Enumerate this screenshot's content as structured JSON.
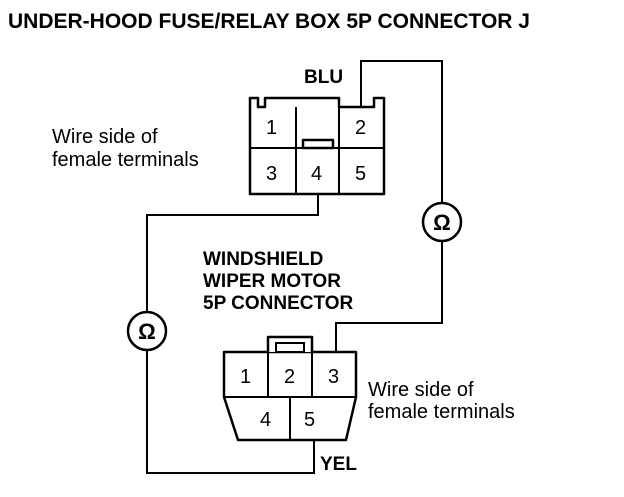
{
  "title": "UNDER-HOOD FUSE/RELAY BOX 5P CONNECTOR J",
  "connector_j": {
    "color_label": "BLU",
    "side_note_line1": "Wire side of",
    "side_note_line2": "female terminals",
    "pins": [
      "1",
      "2",
      "3",
      "4",
      "5"
    ]
  },
  "motor": {
    "title_line1": "WINDSHIELD",
    "title_line2": "WIPER MOTOR",
    "title_line3": "5P CONNECTOR",
    "color_label": "YEL",
    "side_note_line1": "Wire side of",
    "side_note_line2": "female terminals",
    "pins": [
      "1",
      "2",
      "3",
      "4",
      "5"
    ]
  },
  "meters": {
    "symbol": "Ω"
  }
}
